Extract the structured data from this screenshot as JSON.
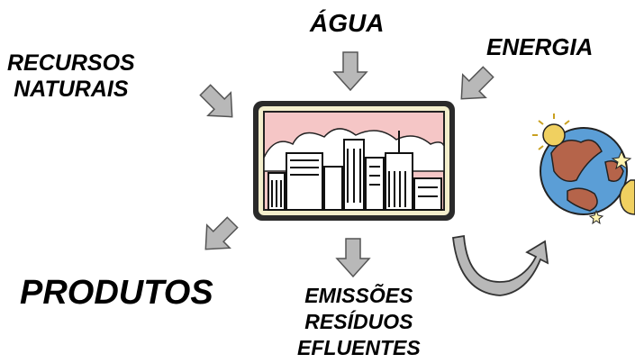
{
  "labels": {
    "recursos_line1": "RECURSOS",
    "recursos_line2": "NATURAIS",
    "agua": "ÁGUA",
    "energia": "ENERGIA",
    "produtos": "PRODUTOS",
    "emissoes_line1": "EMISSÕES",
    "emissoes_line2": "RESÍDUOS",
    "emissoes_line3": "EFLUENTES"
  },
  "colors": {
    "arrow_fill": "#b8b8b8",
    "city_sky": "#f5c6c6",
    "city_frame": "#2a2a2a",
    "city_border": "#f3eecc",
    "earth_ocean": "#5b9ed6",
    "earth_land": "#b5644a",
    "sun": "#f0d060"
  },
  "icons": [
    "city-icon",
    "earth-icon",
    "sun-icon",
    "moon-icon",
    "star-icon",
    "curved-arrow-icon"
  ]
}
